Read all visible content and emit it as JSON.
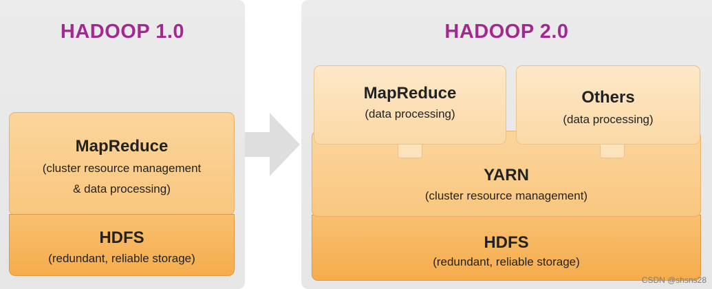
{
  "left": {
    "heading": "HADOOP 1.0",
    "mapreduce": {
      "title": "MapReduce",
      "line1": "(cluster resource management",
      "line2": "& data processing)"
    },
    "hdfs": {
      "title": "HDFS",
      "sub": "(redundant, reliable storage)"
    }
  },
  "right": {
    "heading": "HADOOP 2.0",
    "mapreduce": {
      "title": "MapReduce",
      "sub": "(data processing)"
    },
    "others": {
      "title": "Others",
      "sub": "(data processing)"
    },
    "yarn": {
      "title": "YARN",
      "sub": "(cluster resource management)"
    },
    "hdfs": {
      "title": "HDFS",
      "sub": "(redundant, reliable storage)"
    }
  },
  "arrow_icon": "right-arrow-icon",
  "colors": {
    "heading": "#a3288f",
    "panel": "#e8e8e8",
    "light_box": "#fcdcab",
    "dark_box": "#f7b760",
    "arrow": "#dedede"
  },
  "watermark": "CSDN @shsns28"
}
